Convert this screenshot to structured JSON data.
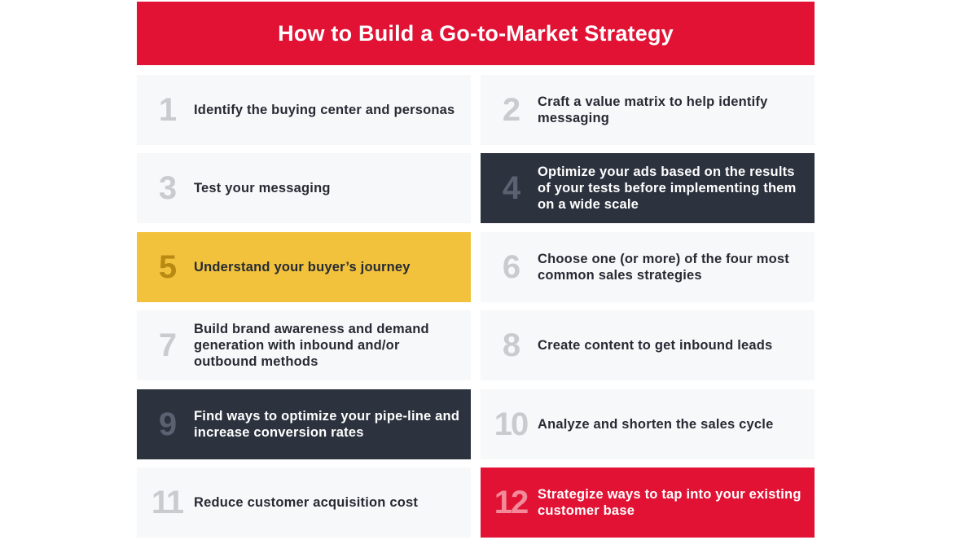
{
  "title": "How to Build a Go-to-Market Strategy",
  "colors": {
    "red": "#e11234",
    "dark": "#2c323e",
    "yellow": "#f2c23c",
    "light": "#f7f8fa"
  },
  "steps": [
    {
      "number": "1",
      "text": "Identify the buying center and personas",
      "style": "light"
    },
    {
      "number": "2",
      "text": "Craft a value matrix to help identify messaging",
      "style": "light"
    },
    {
      "number": "3",
      "text": "Test your messaging",
      "style": "light"
    },
    {
      "number": "4",
      "text": "Optimize your ads based on the results of your tests before implementing them on a wide scale",
      "style": "dark"
    },
    {
      "number": "5",
      "text": "Understand your buyer’s journey",
      "style": "yellow"
    },
    {
      "number": "6",
      "text": "Choose one (or more) of the four most common sales strategies",
      "style": "light"
    },
    {
      "number": "7",
      "text": "Build brand awareness and demand generation with inbound and/or outbound methods",
      "style": "light"
    },
    {
      "number": "8",
      "text": "Create content to get inbound leads",
      "style": "light"
    },
    {
      "number": "9",
      "text": "Find ways to optimize your pipe-line and increase conversion rates",
      "style": "dark"
    },
    {
      "number": "10",
      "text": "Analyze and shorten the sales cycle",
      "style": "light"
    },
    {
      "number": "11",
      "text": "Reduce customer acquisition cost",
      "style": "light"
    },
    {
      "number": "12",
      "text": "Strategize ways to tap into your existing customer base",
      "style": "red"
    }
  ]
}
